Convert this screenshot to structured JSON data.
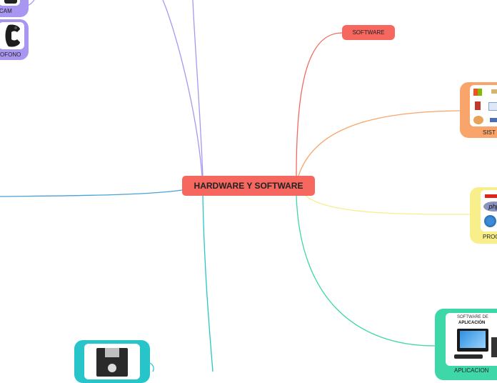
{
  "central": {
    "label": "HARDWARE Y SOFTWARE"
  },
  "software": {
    "label": "SOFTWARE"
  },
  "nodes": {
    "camara": {
      "label": "CAM"
    },
    "telefono": {
      "label": "OFONO"
    },
    "sistemas": {
      "label": "SIST"
    },
    "programas": {
      "label": "PROG",
      "logo_text": "php"
    },
    "aplicacion": {
      "label": "APLICACION",
      "inner_title_1": "SOFTWARE DE",
      "inner_title_2": "APLICACIÓN"
    }
  },
  "colors": {
    "central": "#f5675f",
    "purple": "#a996f1",
    "orange": "#f9a46a",
    "yellow": "#f8ee8a",
    "green": "#3ed7a7",
    "teal": "#27c5c9",
    "blue": "#4aa0d8",
    "red_link": "#f06a5e"
  }
}
